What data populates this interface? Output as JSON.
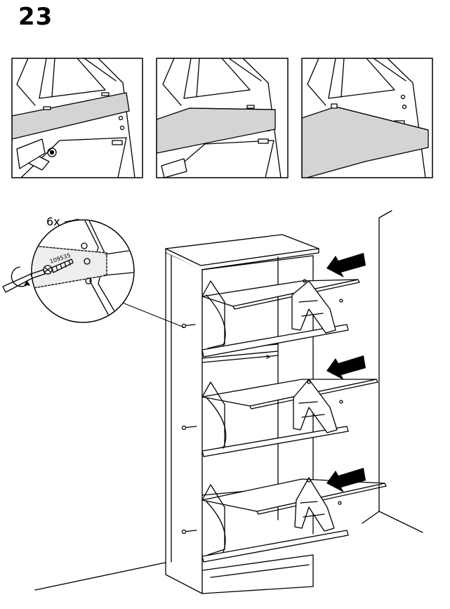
{
  "step": {
    "number": "23"
  },
  "callout": {
    "quantity": "6x",
    "part_number": "109535"
  },
  "icons": {
    "screwdriver": "screwdriver-icon",
    "arrows": "arrow-left-icon",
    "screw": "screw-icon"
  }
}
